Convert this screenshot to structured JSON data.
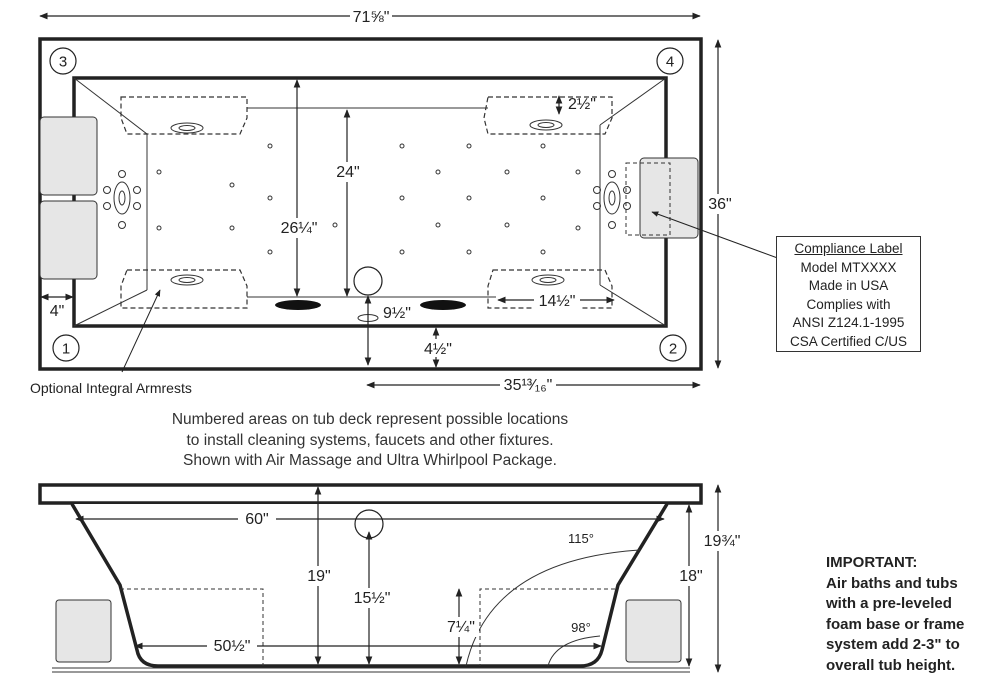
{
  "top_view": {
    "overall_length": "71⅝\"",
    "overall_width": "36\"",
    "interior_width": "26¼\"",
    "interior_depth": "24\"",
    "armrest_depth": "2½\"",
    "armrest_length": "14½\"",
    "drain_offset": "9½\"",
    "deck_offset": "4½\"",
    "half_length": "35¹³⁄₁₆\"",
    "side_offset": "4\"",
    "deck_locations": [
      "1",
      "2",
      "3",
      "4"
    ],
    "armrest_label": "Optional Integral Armrests"
  },
  "compliance": {
    "title": "Compliance Label",
    "lines": [
      "Model MTXXXX",
      "Made in USA",
      "Complies with",
      "ANSI Z124.1-1995",
      "CSA Certified C/US"
    ]
  },
  "caption": {
    "lines": [
      "Numbered areas on tub deck represent possible locations",
      "to install cleaning systems, faucets and other fixtures.",
      "Shown with Air Massage and Ultra Whirlpool Package."
    ]
  },
  "side_view": {
    "top_length": "60\"",
    "bottom_length": "50½\"",
    "depth": "19\"",
    "drain_height": "15½\"",
    "seat_height": "7¼\"",
    "total_height": "19¾\"",
    "inner_height": "18\"",
    "angle_upper": "115°",
    "angle_lower": "98°"
  },
  "important": {
    "lines": [
      "IMPORTANT:",
      "Air baths and tubs",
      "with a pre-leveled",
      "foam base or frame",
      "system add 2-3\" to",
      "overall tub height."
    ]
  }
}
